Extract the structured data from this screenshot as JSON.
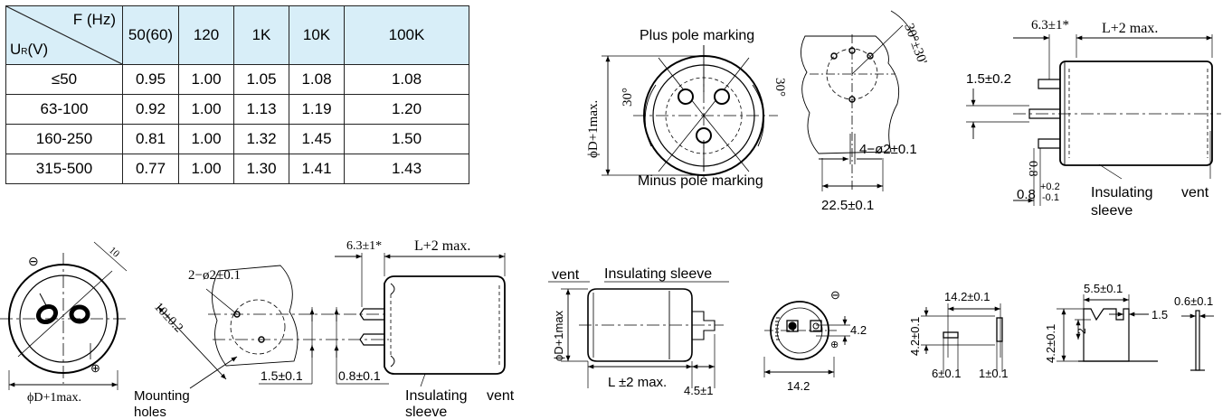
{
  "table": {
    "corner_top": "F (Hz)",
    "corner_bottom_main": "U",
    "corner_bottom_sub": "R",
    "corner_bottom_unit": "(V)",
    "columns": [
      "50(60)",
      "120",
      "1K",
      "10K",
      "100K"
    ],
    "rows": [
      {
        "voltage": "≤50",
        "values": [
          "0.95",
          "1.00",
          "1.05",
          "1.08",
          "1.08"
        ]
      },
      {
        "voltage": "63-100",
        "values": [
          "0.92",
          "1.00",
          "1.13",
          "1.19",
          "1.20"
        ]
      },
      {
        "voltage": "160-250",
        "values": [
          "0.81",
          "1.00",
          "1.32",
          "1.45",
          "1.50"
        ]
      },
      {
        "voltage": "315-500",
        "values": [
          "0.77",
          "1.00",
          "1.30",
          "1.41",
          "1.43"
        ]
      }
    ]
  },
  "drawing1": {
    "plus_marking": "Plus pole marking",
    "minus_marking": "Minus pole marking",
    "diameter": "ϕD+1max.",
    "angle_left": "30°",
    "angle_right": "30°"
  },
  "drawing2": {
    "angle": "30°±30'",
    "holes": "4−ø2±0.1",
    "spacing": "22.5±0.1"
  },
  "drawing3": {
    "lead": "6.3±1*",
    "length": "L+2 max.",
    "width": "1.5±0.2",
    "gap": "0.8",
    "thickness_main": "0.8",
    "thickness_plus": "+0.2",
    "thickness_minus": "-0.1",
    "sleeve_line1": "Insulating",
    "sleeve_line2": "sleeve",
    "vent": "vent"
  },
  "drawing4": {
    "minus": "⊖",
    "plus": "⊕",
    "ten": "10",
    "diameter": "ϕD+1max."
  },
  "drawing5": {
    "holes": "2−ø2±0.1",
    "ten": "10±0.2",
    "mounting_line1": "Mounting",
    "mounting_line2": "holes"
  },
  "drawing6": {
    "lead": "6.3±1*",
    "length": "L+2 max.",
    "width": "1.5±0.1",
    "thickness": "0.8±0.1",
    "sleeve_line1": "Insulating",
    "sleeve_line2": "sleeve",
    "vent": "vent"
  },
  "drawing7": {
    "vent": "vent",
    "sleeve": "Insulating sleeve",
    "diameter": "ϕD+1max",
    "length": "L ±2 max.",
    "lead": "4.5±1"
  },
  "drawing8": {
    "minus": "⊖",
    "plus": "⊕",
    "offset": "4.2",
    "spacing": "14.2"
  },
  "drawing9": {
    "spacing": "14.2±0.1",
    "height": "4.2±0.1",
    "pin": "6±0.1",
    "thickness": "1±0.1"
  },
  "drawing10": {
    "width": "5.5±0.1",
    "notch": "1.5",
    "height": "4.2±0.1",
    "depth": "2"
  },
  "drawing11": {
    "thickness": "0.6±0.1"
  }
}
